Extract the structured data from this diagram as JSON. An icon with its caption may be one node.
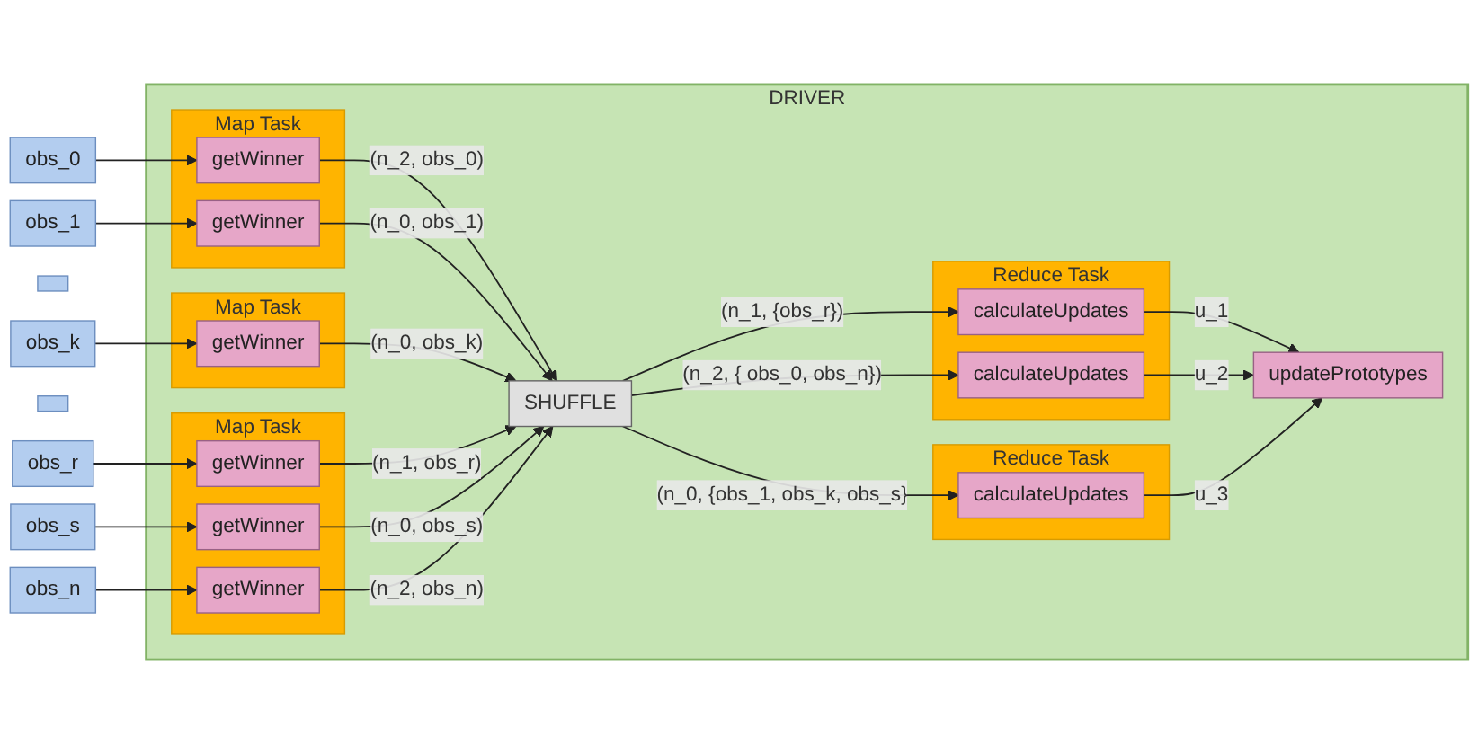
{
  "diagram": {
    "nodes": [
      {
        "text": [
          "DRIVER"
        ]
      },
      {
        "text": [
          "Map Task"
        ],
        "in": 0
      },
      {
        "text": [
          "getWinner"
        ],
        "in": 1
      },
      {
        "text": [
          "getWinner"
        ],
        "in": 1
      },
      {
        "text": [
          "Map Task"
        ],
        "in": 0
      },
      {
        "text": [
          "getWinner"
        ],
        "in": 4
      },
      {
        "text": [
          "Map Task"
        ],
        "in": 0
      },
      {
        "text": [
          "getWinner"
        ],
        "in": 6
      },
      {
        "text": [
          "getWinner"
        ],
        "in": 6
      },
      {
        "text": [
          "getWinner"
        ],
        "in": 6
      },
      {
        "text": [
          "SHUFFLE"
        ],
        "in": 0
      },
      {
        "text": [
          "Reduce Task"
        ],
        "in": 0
      },
      {
        "text": [
          "calculateUpdates"
        ],
        "in": 11
      },
      {
        "text": [
          "calculateUpdates"
        ],
        "in": 11
      },
      {
        "text": [
          "Reduce Task"
        ],
        "in": 0
      },
      {
        "text": [
          "calculateUpdates"
        ],
        "in": 14
      },
      {
        "text": [
          "updatePrototypes"
        ],
        "in": 0
      },
      {
        "text": [
          "obs_0"
        ]
      },
      {
        "text": [
          "obs_1"
        ]
      },
      {
        "text": [],
        "shape": "box"
      },
      {
        "text": [
          "obs_k"
        ]
      },
      {
        "text": [],
        "shape": "box"
      },
      {
        "text": [
          "obs_r"
        ]
      },
      {
        "text": [
          "obs_s"
        ]
      },
      {
        "text": [
          "obs_n"
        ]
      }
    ],
    "edges": [
      {
        "from": 17,
        "to": 2,
        "arrow": "to"
      },
      {
        "from": 18,
        "to": 3,
        "arrow": "to"
      },
      {
        "from": 20,
        "to": 5,
        "arrow": "to"
      },
      {
        "from": 22,
        "to": 7,
        "arrow": "to"
      },
      {
        "from": 23,
        "to": 8,
        "arrow": "to"
      },
      {
        "from": 24,
        "to": 9,
        "arrow": "to"
      },
      {
        "from": 2,
        "to": 10,
        "arrow": "to",
        "label": "(n_2, obs_0)"
      },
      {
        "from": 3,
        "to": 10,
        "arrow": "to",
        "label": "(n_0, obs_1)"
      },
      {
        "from": 5,
        "to": 10,
        "arrow": "to",
        "label": "(n_0, obs_k)"
      },
      {
        "from": 7,
        "to": 10,
        "arrow": "to",
        "label": "(n_1, obs_r)"
      },
      {
        "from": 8,
        "to": 10,
        "arrow": "to",
        "label": "(n_0, obs_s)"
      },
      {
        "from": 9,
        "to": 10,
        "arrow": "to",
        "label": "(n_2, obs_n)"
      },
      {
        "from": 10,
        "to": 12,
        "arrow": "to",
        "label": "(n_1, {obs_r})"
      },
      {
        "from": 10,
        "to": 13,
        "arrow": "to",
        "label": "(n_2, { obs_0, obs_n})"
      },
      {
        "from": 10,
        "to": 15,
        "arrow": "to",
        "label": "(n_0, {obs_1, obs_k, obs_s}"
      },
      {
        "from": 12,
        "to": 16,
        "arrow": "to",
        "label": "u_1"
      },
      {
        "from": 13,
        "to": 16,
        "arrow": "to",
        "label": "u_2"
      },
      {
        "from": 15,
        "to": 16,
        "arrow": "to",
        "label": "u_3"
      }
    ]
  }
}
